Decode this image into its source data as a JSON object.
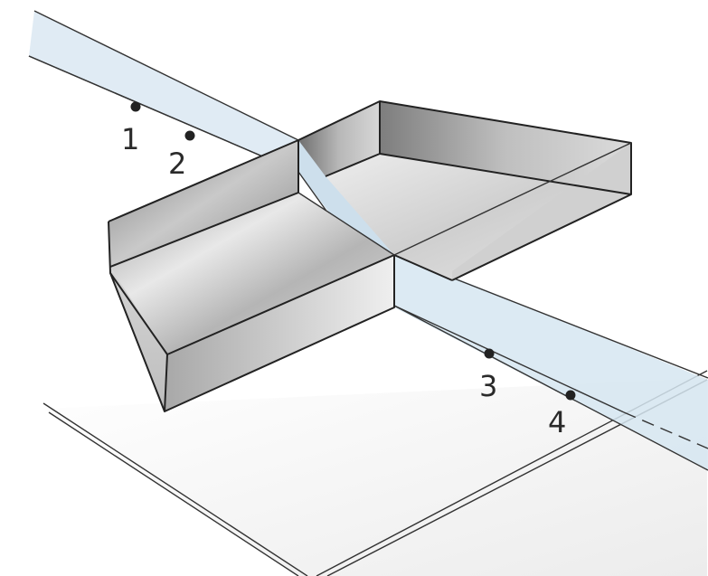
{
  "diagram": {
    "points": [
      {
        "id": "1",
        "label": "1"
      },
      {
        "id": "2",
        "label": "2"
      },
      {
        "id": "3",
        "label": "3"
      },
      {
        "id": "4",
        "label": "4"
      }
    ],
    "colors": {
      "beam": "#cfe0ee",
      "beam_edge": "#7f93a3",
      "slab_dark": "#8f8f8f",
      "slab_light": "#e4e4e4",
      "outline": "#222222",
      "paper": "#f4f4f4"
    }
  }
}
